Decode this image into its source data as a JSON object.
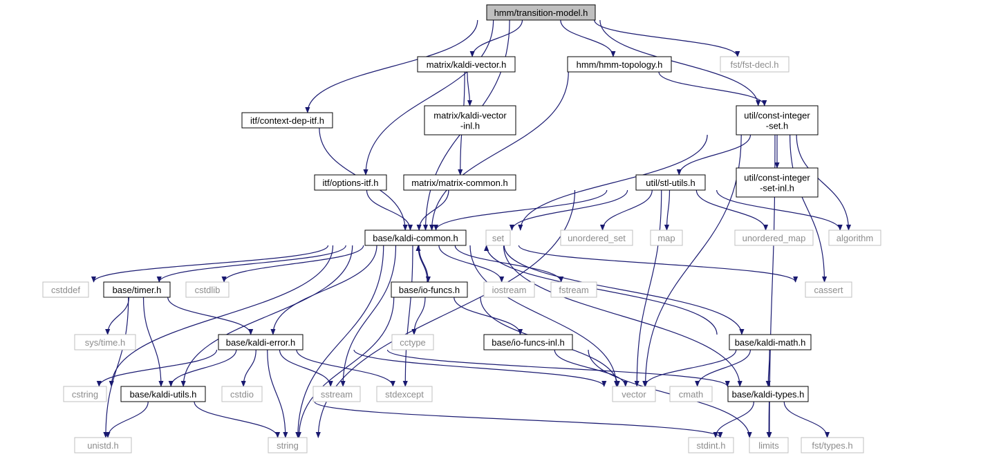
{
  "colors": {
    "edge": "#191970",
    "root_fill": "#bfbfbf",
    "local_border": "#000000",
    "system_border": "#bfbfbf",
    "system_text": "#8c8c8c"
  },
  "nodes": [
    {
      "id": "tm",
      "label": [
        "hmm/transition-model.h"
      ],
      "kind": "root"
    },
    {
      "id": "kv",
      "label": [
        "matrix/kaldi-vector.h"
      ],
      "kind": "local"
    },
    {
      "id": "topo",
      "label": [
        "hmm/hmm-topology.h"
      ],
      "kind": "local"
    },
    {
      "id": "fstdecl",
      "label": [
        "fst/fst-decl.h"
      ],
      "kind": "system"
    },
    {
      "id": "ctx",
      "label": [
        "itf/context-dep-itf.h"
      ],
      "kind": "local"
    },
    {
      "id": "kvi",
      "label": [
        "matrix/kaldi-vector",
        "-inl.h"
      ],
      "kind": "local"
    },
    {
      "id": "cis",
      "label": [
        "util/const-integer",
        "-set.h"
      ],
      "kind": "local"
    },
    {
      "id": "opt",
      "label": [
        "itf/options-itf.h"
      ],
      "kind": "local"
    },
    {
      "id": "mc",
      "label": [
        "matrix/matrix-common.h"
      ],
      "kind": "local"
    },
    {
      "id": "stl",
      "label": [
        "util/stl-utils.h"
      ],
      "kind": "local"
    },
    {
      "id": "cisi",
      "label": [
        "util/const-integer",
        "-set-inl.h"
      ],
      "kind": "local"
    },
    {
      "id": "kc",
      "label": [
        "base/kaldi-common.h"
      ],
      "kind": "local"
    },
    {
      "id": "set",
      "label": [
        "set"
      ],
      "kind": "system"
    },
    {
      "id": "uset",
      "label": [
        "unordered_set"
      ],
      "kind": "system"
    },
    {
      "id": "map",
      "label": [
        "map"
      ],
      "kind": "system"
    },
    {
      "id": "umap",
      "label": [
        "unordered_map"
      ],
      "kind": "system"
    },
    {
      "id": "algo",
      "label": [
        "algorithm"
      ],
      "kind": "system"
    },
    {
      "id": "cstddef",
      "label": [
        "cstddef"
      ],
      "kind": "system"
    },
    {
      "id": "timer",
      "label": [
        "base/timer.h"
      ],
      "kind": "local"
    },
    {
      "id": "cstdlib",
      "label": [
        "cstdlib"
      ],
      "kind": "system"
    },
    {
      "id": "iof",
      "label": [
        "base/io-funcs.h"
      ],
      "kind": "local"
    },
    {
      "id": "iostream",
      "label": [
        "iostream"
      ],
      "kind": "system"
    },
    {
      "id": "fstream",
      "label": [
        "fstream"
      ],
      "kind": "system"
    },
    {
      "id": "cassert",
      "label": [
        "cassert"
      ],
      "kind": "system"
    },
    {
      "id": "systime",
      "label": [
        "sys/time.h"
      ],
      "kind": "system"
    },
    {
      "id": "cctype",
      "label": [
        "cctype"
      ],
      "kind": "system"
    },
    {
      "id": "ke",
      "label": [
        "base/kaldi-error.h"
      ],
      "kind": "local"
    },
    {
      "id": "iofi",
      "label": [
        "base/io-funcs-inl.h"
      ],
      "kind": "local"
    },
    {
      "id": "km",
      "label": [
        "base/kaldi-math.h"
      ],
      "kind": "local"
    },
    {
      "id": "cstring",
      "label": [
        "cstring"
      ],
      "kind": "system"
    },
    {
      "id": "ku",
      "label": [
        "base/kaldi-utils.h"
      ],
      "kind": "local"
    },
    {
      "id": "cstdio",
      "label": [
        "cstdio"
      ],
      "kind": "system"
    },
    {
      "id": "sstream",
      "label": [
        "sstream"
      ],
      "kind": "system"
    },
    {
      "id": "stdexcept",
      "label": [
        "stdexcept"
      ],
      "kind": "system"
    },
    {
      "id": "vector",
      "label": [
        "vector"
      ],
      "kind": "system"
    },
    {
      "id": "cmath",
      "label": [
        "cmath"
      ],
      "kind": "system"
    },
    {
      "id": "kt",
      "label": [
        "base/kaldi-types.h"
      ],
      "kind": "local"
    },
    {
      "id": "unistd",
      "label": [
        "unistd.h"
      ],
      "kind": "system"
    },
    {
      "id": "string",
      "label": [
        "string"
      ],
      "kind": "system"
    },
    {
      "id": "stdint",
      "label": [
        "stdint.h"
      ],
      "kind": "system"
    },
    {
      "id": "limits",
      "label": [
        "limits"
      ],
      "kind": "system"
    },
    {
      "id": "ftypes",
      "label": [
        "fst/types.h"
      ],
      "kind": "system"
    }
  ],
  "edges": [
    [
      "tm",
      "kv"
    ],
    [
      "tm",
      "topo"
    ],
    [
      "tm",
      "fstdecl"
    ],
    [
      "tm",
      "ctx"
    ],
    [
      "tm",
      "cis"
    ],
    [
      "tm",
      "opt"
    ],
    [
      "tm",
      "kc"
    ],
    [
      "kv",
      "kvi"
    ],
    [
      "kv",
      "mc"
    ],
    [
      "topo",
      "cis"
    ],
    [
      "topo",
      "kc"
    ],
    [
      "ctx",
      "kc"
    ],
    [
      "opt",
      "kc"
    ],
    [
      "mc",
      "kc"
    ],
    [
      "cis",
      "stl"
    ],
    [
      "cis",
      "cisi"
    ],
    [
      "cis",
      "set"
    ],
    [
      "cis",
      "algo"
    ],
    [
      "cis",
      "cassert"
    ],
    [
      "cis",
      "vector"
    ],
    [
      "cis",
      "limits"
    ],
    [
      "stl",
      "kc"
    ],
    [
      "stl",
      "set"
    ],
    [
      "stl",
      "uset"
    ],
    [
      "stl",
      "map"
    ],
    [
      "stl",
      "umap"
    ],
    [
      "stl",
      "algo"
    ],
    [
      "stl",
      "vector"
    ],
    [
      "stl",
      "string"
    ],
    [
      "kc",
      "cstddef"
    ],
    [
      "kc",
      "timer"
    ],
    [
      "kc",
      "cstdlib"
    ],
    [
      "kc",
      "iof"
    ],
    [
      "kc",
      "iostream"
    ],
    [
      "kc",
      "fstream"
    ],
    [
      "kc",
      "cassert"
    ],
    [
      "kc",
      "ke"
    ],
    [
      "kc",
      "km"
    ],
    [
      "kc",
      "cstring"
    ],
    [
      "kc",
      "ku"
    ],
    [
      "kc",
      "sstream"
    ],
    [
      "kc",
      "stdexcept"
    ],
    [
      "kc",
      "vector"
    ],
    [
      "kc",
      "kt"
    ],
    [
      "kc",
      "string"
    ],
    [
      "timer",
      "systime"
    ],
    [
      "timer",
      "ke"
    ],
    [
      "timer",
      "ku"
    ],
    [
      "timer",
      "unistd"
    ],
    [
      "iof",
      "kc"
    ],
    [
      "iof",
      "cctype"
    ],
    [
      "iof",
      "iofi"
    ],
    [
      "iof",
      "vector"
    ],
    [
      "iof",
      "string"
    ],
    [
      "ke",
      "cstring"
    ],
    [
      "ke",
      "ku"
    ],
    [
      "ke",
      "cstdio"
    ],
    [
      "ke",
      "sstream"
    ],
    [
      "ke",
      "stdexcept"
    ],
    [
      "ke",
      "string"
    ],
    [
      "ke",
      "vector"
    ],
    [
      "ke",
      "kt"
    ],
    [
      "iofi",
      "vector"
    ],
    [
      "iofi",
      "limits"
    ],
    [
      "km",
      "kc"
    ],
    [
      "km",
      "vector"
    ],
    [
      "km",
      "cmath"
    ],
    [
      "km",
      "kt"
    ],
    [
      "km",
      "limits"
    ],
    [
      "ku",
      "unistd"
    ],
    [
      "ku",
      "string"
    ],
    [
      "ku",
      "limits"
    ],
    [
      "kt",
      "stdint"
    ],
    [
      "kt",
      "ftypes"
    ]
  ]
}
